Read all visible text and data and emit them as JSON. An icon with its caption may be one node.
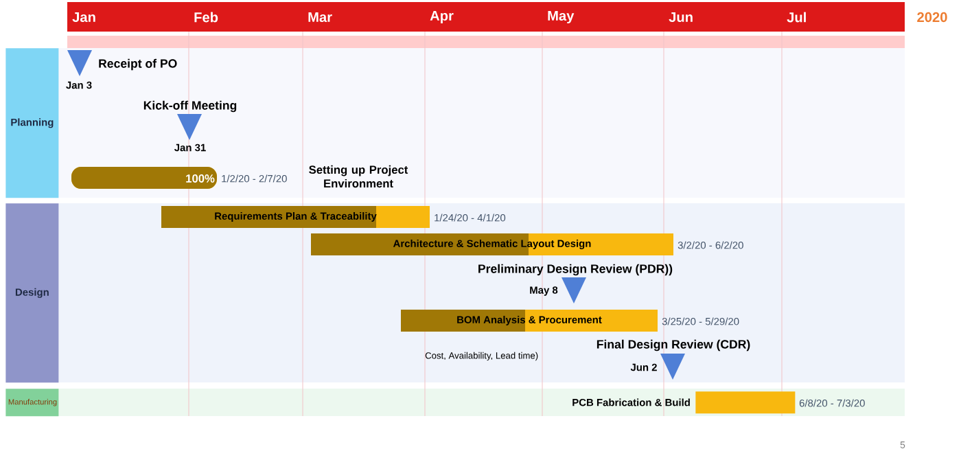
{
  "diagram": {
    "nodes": [
      {
        "text": [
          "Planning"
        ]
      },
      {
        "text": [
          "Receipt of PO"
        ],
        "beside": [
          "Jan 3"
        ],
        "in": 0
      },
      {
        "text": [
          "Kick-off Meeting"
        ],
        "beside": [
          "Jan 31"
        ],
        "in": 0
      },
      {
        "text": [
          "100%"
        ],
        "beside": [
          "1/2/20 - 2/7/20",
          "Setting up Project Environment"
        ],
        "in": 0
      },
      {
        "text": [
          "Design"
        ]
      },
      {
        "text": [
          "Requirements Plan & Traceability"
        ],
        "beside": [
          "1/24/20 - 4/1/20"
        ],
        "in": 4
      },
      {
        "text": [
          "Architecture & Schematic Layout Design"
        ],
        "beside": [
          "3/2/20 - 6/2/20"
        ],
        "in": 4
      },
      {
        "text": [
          "Preliminary Design Review (PDR))"
        ],
        "beside": [
          "May 8"
        ],
        "in": 4
      },
      {
        "text": [
          "BOM Analysis & Procurement"
        ],
        "beside": [
          "3/25/20 - 5/29/20"
        ],
        "in": 4
      },
      {
        "text": [
          "Final Design Review (CDR)"
        ],
        "beside": [
          "Jun 2"
        ],
        "in": 4
      },
      {
        "text": [
          "Manufacturing"
        ]
      },
      {
        "text": [
          "PCB Fabrication & Build"
        ],
        "beside": [
          "6/8/20 - 7/3/20"
        ],
        "in": 10
      }
    ],
    "labels": [
      "Jan",
      "Feb",
      "Mar",
      "Apr",
      "May",
      "Jun",
      "Jul",
      "2020",
      "Cost, Availability, Lead time)",
      "5"
    ]
  }
}
